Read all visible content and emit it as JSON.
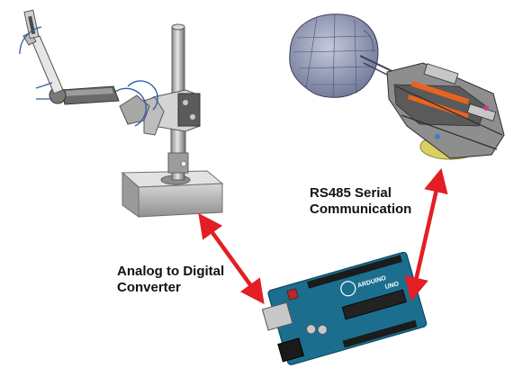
{
  "components": {
    "arm_left": "Robotic arm on stand",
    "head_right": "Head model with positioning device",
    "board": "Arduino board"
  },
  "labels": {
    "adc_line1": "Analog to Digital",
    "adc_line2": "Converter",
    "rs485_line1": "RS485 Serial",
    "rs485_line2": "Communication"
  },
  "board_text": {
    "brand": "ARDUINO",
    "model": "UNO"
  },
  "colors": {
    "arrow": "#e31e24",
    "board": "#1c6e8f",
    "metal": "#b9b9b9",
    "metal_dark": "#7d7d7d",
    "head": "#8f97b4",
    "disc": "#d9cf63"
  },
  "icons": {
    "arrow_adc": "double-arrow-icon",
    "arrow_rs485": "double-arrow-icon"
  }
}
